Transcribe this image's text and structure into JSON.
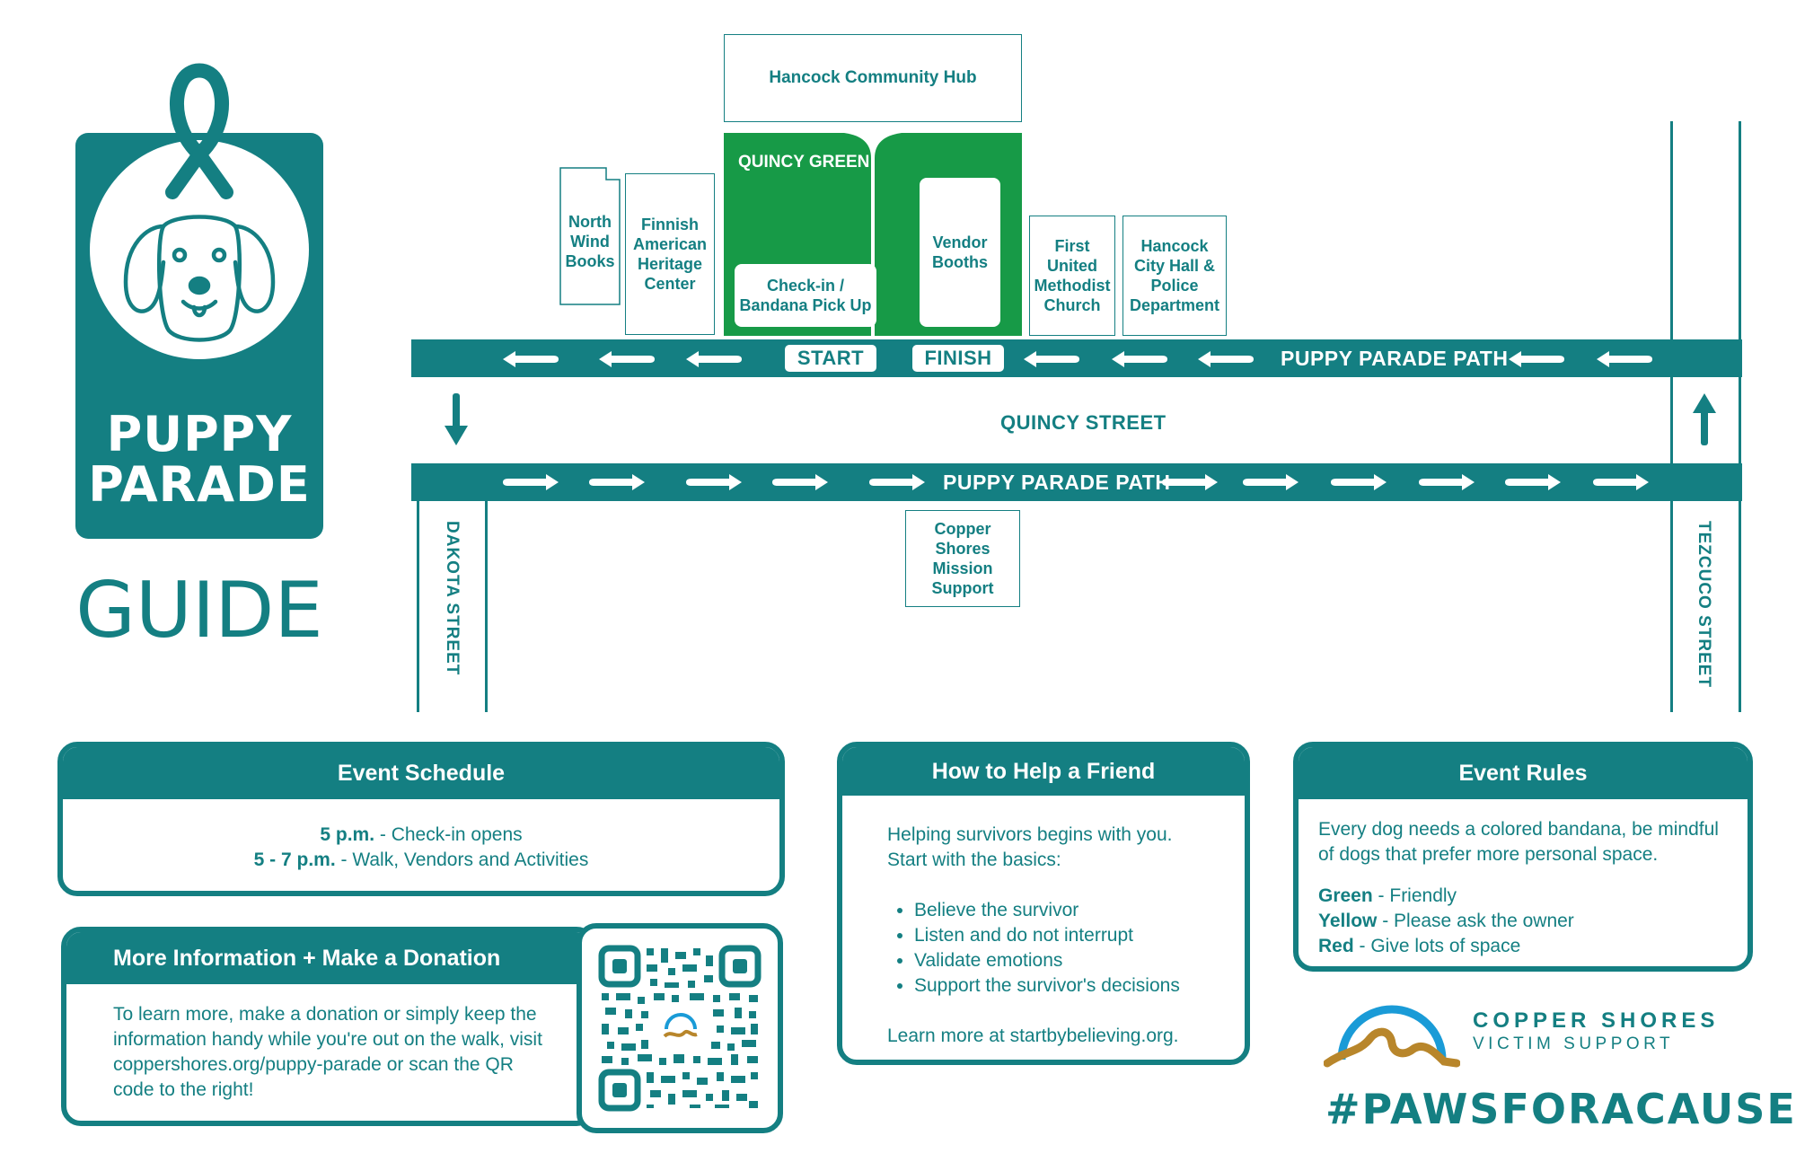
{
  "brand": {
    "line1": "PUPPY",
    "line2": "PARADE",
    "guide": "GUIDE"
  },
  "map": {
    "buildings": {
      "community_hub": "Hancock Community Hub",
      "north_wind": "North Wind Books",
      "finnish": "Finnish American Heritage Center",
      "quincy_green": "QUINCY GREEN",
      "checkin": "Check-in / Bandana Pick Up",
      "vendor": "Vendor Booths",
      "methodist": "First United Methodist Church",
      "city_hall": "Hancock City Hall & Police Department",
      "copper_mission": "Copper Shores Mission Support"
    },
    "markers": {
      "start": "START",
      "finish": "FINISH"
    },
    "roads": {
      "path_top": "PUPPY PARADE PATH",
      "path_bottom": "PUPPY PARADE PATH",
      "quincy": "QUINCY STREET",
      "dakota": "DAKOTA STREET",
      "tezcuco": "TEZCUCO STREET"
    }
  },
  "schedule": {
    "title": "Event Schedule",
    "rows": [
      {
        "time": "5 p.m.",
        "desc": " - Check-in opens"
      },
      {
        "time": "5 - 7 p.m.",
        "desc": " - Walk, Vendors and Activities"
      }
    ]
  },
  "more_info": {
    "title": "More Information + Make a Donation",
    "body": "To learn more, make a donation or simply keep the information handy while you're out on the walk, visit coppershores.org/puppy-parade or scan the QR code to the right!"
  },
  "help": {
    "title": "How to Help a Friend",
    "intro": "Helping survivors begins with you. Start with the basics:",
    "items": [
      "Believe the survivor",
      "Listen and do not interrupt",
      "Validate emotions",
      "Support the survivor's decisions"
    ],
    "footer": "Learn more at startbybelieving.org."
  },
  "rules": {
    "title": "Event Rules",
    "intro": "Every dog needs a colored bandana, be mindful of dogs that prefer more personal space.",
    "items": [
      {
        "color": "Green",
        "desc": " - Friendly"
      },
      {
        "color": "Yellow",
        "desc": " - Please ask the owner"
      },
      {
        "color": "Red",
        "desc": " - Give lots of space"
      }
    ]
  },
  "org": {
    "name": "COPPER SHORES",
    "sub": "VICTIM SUPPORT",
    "hashtag": "#PAWSFORACAUSE"
  },
  "colors": {
    "teal": "#147f82",
    "green": "#179a47",
    "gold": "#b8862b",
    "blue": "#1a9bd7"
  },
  "icons": [
    "awareness-ribbon-icon",
    "puppy-face-icon",
    "arrow-left-icon",
    "arrow-right-icon",
    "arrow-down-icon",
    "arrow-up-icon",
    "qr-code-icon",
    "copper-shores-logo-icon",
    "paw-icon"
  ]
}
